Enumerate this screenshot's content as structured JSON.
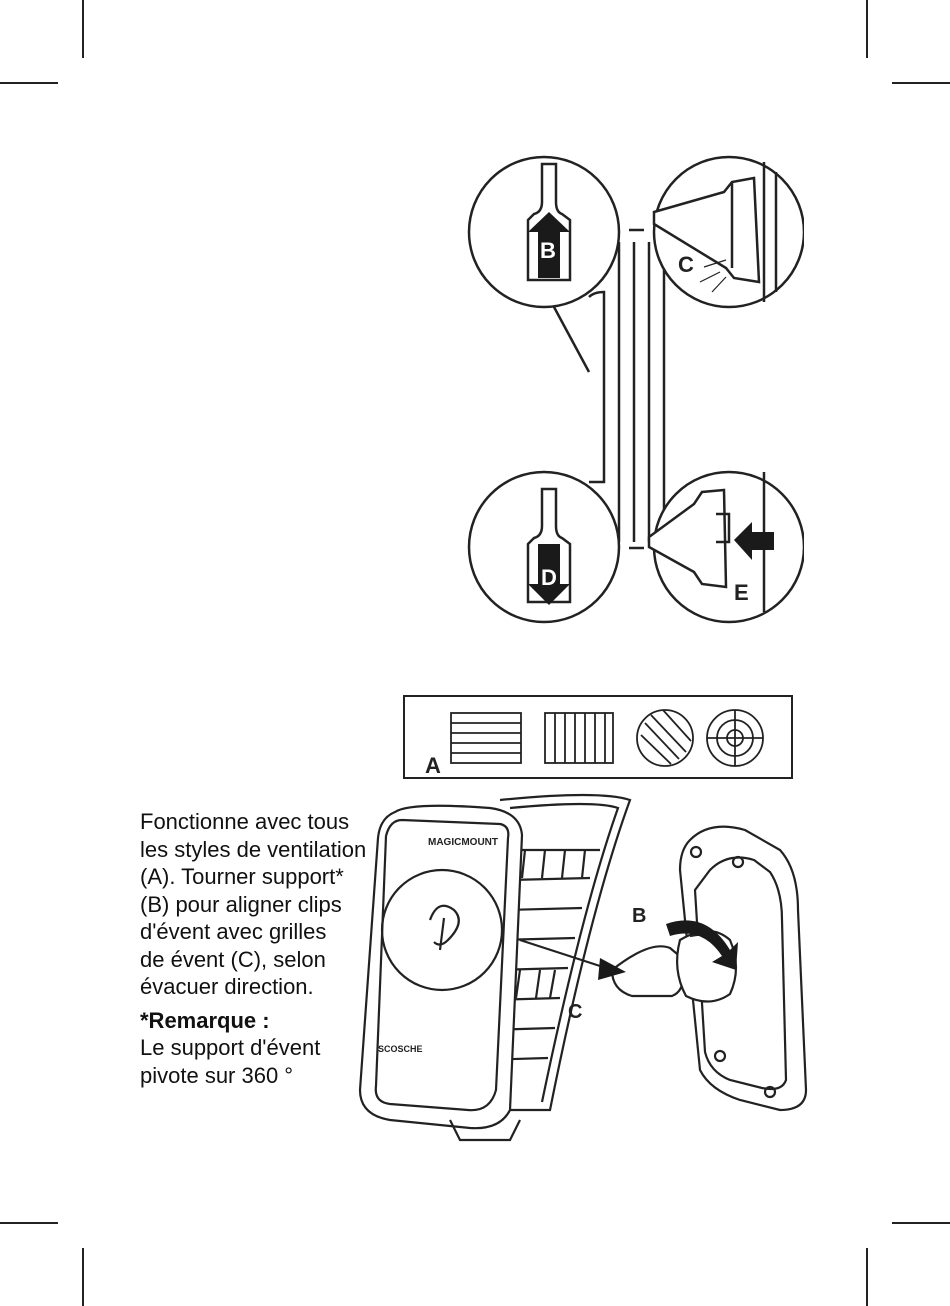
{
  "diagram_callouts": {
    "top": {
      "b": "B",
      "c": "C",
      "d": "D",
      "e": "E"
    },
    "vent_types": {
      "a": "A"
    },
    "mount": {
      "b": "B",
      "c": "C"
    }
  },
  "mount_device": {
    "brand_top": "MAGICMOUNT",
    "brand_bottom": "SCOSCHE"
  },
  "instructions": {
    "text": "Fonctionne avec tous\nles styles de ventilation\n(A). Tourner support*\n(B) pour aligner clips\nd'évent avec grilles\nde évent (C), selon\névacuer direction.",
    "note_title": "*Remarque :",
    "note_text": "Le support d'évent\npivote sur 360 °"
  }
}
